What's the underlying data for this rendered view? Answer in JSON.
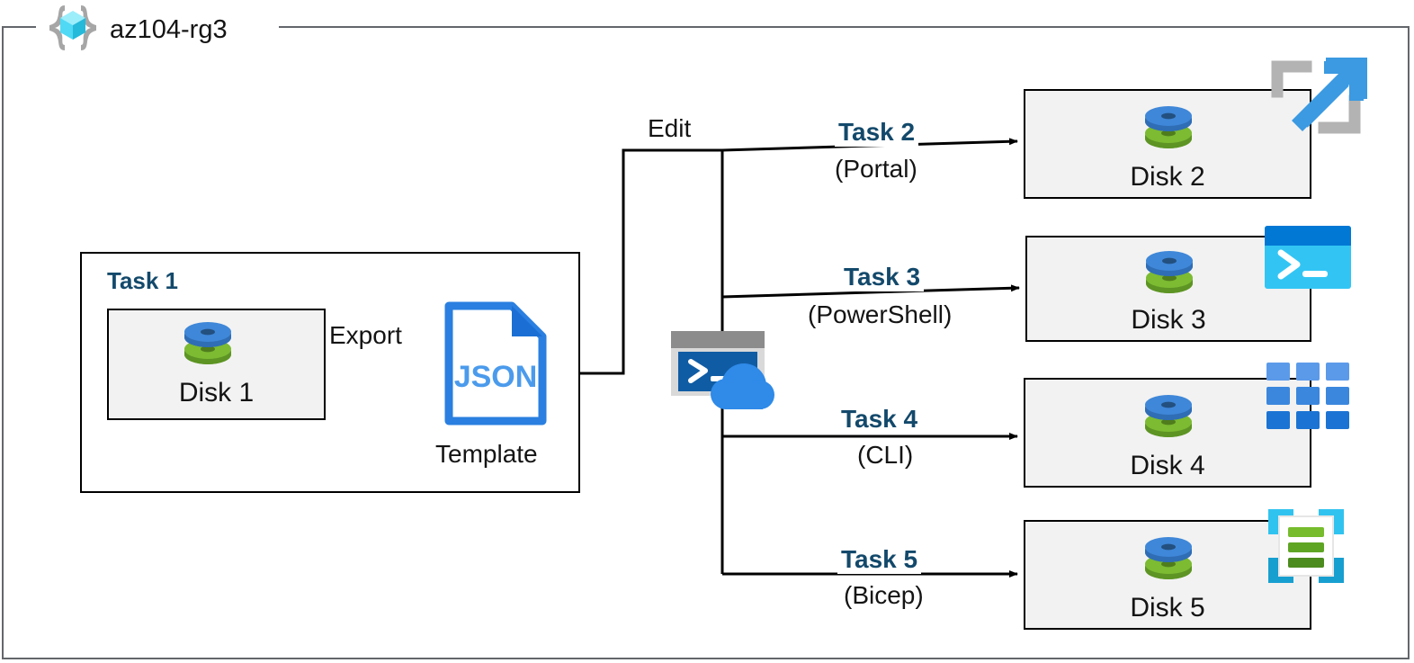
{
  "resource_group": {
    "name": "az104-rg3",
    "icon": "resource-group-icon",
    "frame_color": "#63666a"
  },
  "colors": {
    "task_label": "#13496b",
    "box_fill": "#f2f2f2",
    "box_border": "#000000",
    "json_blue": "#3b87dd",
    "disk_blue": "#3f87d8",
    "disk_green": "#73b02a",
    "powershell_header": "#0078d4",
    "powershell_body": "#32c5f4",
    "cloudshell_terminal": "#105ca4",
    "cloudshell_cloud": "#2f8ae8",
    "bicep_cyan": "#31c3ef",
    "bicep_green_light": "#76bc2d",
    "bicep_green_dark": "#4c8c1e",
    "portal_arrow": "#3b9ae1",
    "portal_bracket": "#b3b3b3"
  },
  "task1": {
    "title": "Task 1",
    "disk": {
      "label": "Disk 1",
      "icon": "disk-icon"
    },
    "export_label": "Export",
    "template": {
      "file_type": "JSON",
      "caption": "Template",
      "icon": "json-file-icon"
    }
  },
  "edit_label": "Edit",
  "cloud_shell": {
    "icon": "cloud-shell-icon"
  },
  "branches": [
    {
      "title": "Task 2",
      "method": "(Portal)",
      "disk": "Disk 2",
      "icon": "azure-portal-icon"
    },
    {
      "title": "Task 3",
      "method": "(PowerShell)",
      "disk": "Disk 3",
      "icon": "powershell-icon"
    },
    {
      "title": "Task 4",
      "method": "(CLI)",
      "disk": "Disk 4",
      "icon": "azure-cli-grid-icon"
    },
    {
      "title": "Task 5",
      "method": "(Bicep)",
      "disk": "Disk 5",
      "icon": "bicep-icon"
    }
  ]
}
